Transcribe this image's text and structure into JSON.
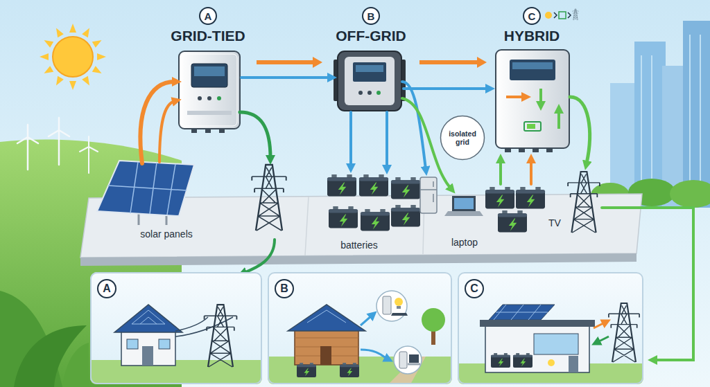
{
  "diagram": {
    "nodes": [
      {
        "text": [
          "A",
          "GRID-TIED"
        ]
      },
      {
        "text": [
          "B",
          "OFF-GRID"
        ]
      },
      {
        "text": [
          "C",
          "HYBRID"
        ]
      },
      {
        "text": [
          "isolated grid"
        ]
      },
      {
        "text": [
          "A"
        ]
      },
      {
        "text": [
          "B"
        ]
      },
      {
        "text": [
          "C"
        ]
      }
    ],
    "edges": [
      {
        "from": 0,
        "to": 1,
        "arrow": "to"
      },
      {
        "from": 1,
        "to": 2,
        "arrow": "to"
      }
    ],
    "labels": [
      "solar panels",
      "batteries",
      "laptop",
      "TV"
    ]
  }
}
